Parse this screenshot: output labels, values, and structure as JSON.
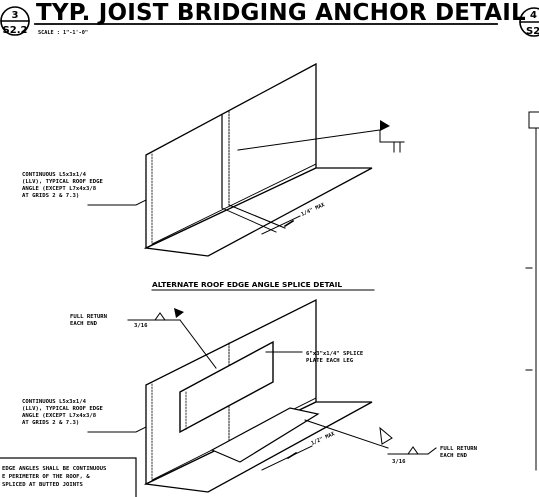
{
  "detail": {
    "number": "3",
    "sheet": "S2.2",
    "title": "TYP. JOIST BRIDGING ANCHOR DETAIL",
    "scale": "SCALE : 1\"-1'-0\""
  },
  "next_detail": {
    "number": "4",
    "sheet": "S2"
  },
  "upper_view": {
    "callout": [
      "CONTINUOUS L5x3x1/4",
      "(LLV), TYPICAL ROOF EDGE",
      "ANGLE (EXCEPT L7x4x3/8",
      "AT GRIDS 2 & 7.3)"
    ],
    "gap_label": "1/4\" MAX",
    "subtitle": "ALTERNATE ROOF EDGE ANGLE SPLICE DETAIL"
  },
  "lower_view": {
    "weld_top_label": [
      "FULL RETURN",
      "EACH END"
    ],
    "weld_top_size": "3/16",
    "plate_label": [
      "6\"x3\"x1/4\" SPLICE",
      "PLATE EACH LEG"
    ],
    "callout": [
      "CONTINUOUS L5x3x1/4",
      "(LLV), TYPICAL ROOF EDGE",
      "ANGLE (EXCEPT L7x4x3/8",
      "AT GRIDS 2 & 7.3)"
    ],
    "gap_label": "1/2\" MAX",
    "weld_bottom_size": "3/16",
    "weld_bottom_label": [
      "FULL RETURN",
      "EACH END"
    ],
    "note": [
      "EDGE ANGLES SHALL BE CONTINUOUS",
      "E PERIMETER OF THE ROOF, &",
      "SPLICED AT BUTTED JOINTS"
    ]
  }
}
